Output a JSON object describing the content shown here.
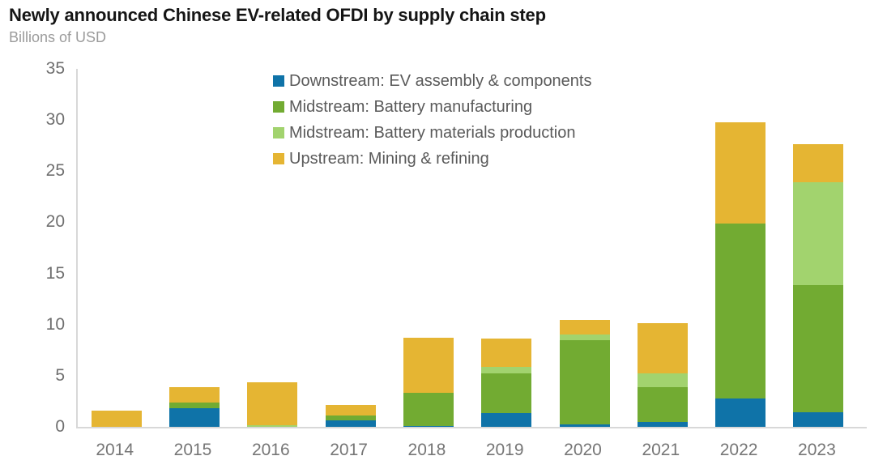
{
  "header": {
    "title": "Newly announced Chinese EV-related OFDI by supply chain step",
    "subtitle": "Billions of USD"
  },
  "colors": {
    "downstream_blue": "#0f73a8",
    "midstream_green": "#72ab32",
    "midstream_light_green": "#a2d36e",
    "upstream_yellow": "#e5b533",
    "axis_line": "#d8d8d8",
    "y_axis_text": "#6f6f6f",
    "x_axis_text": "#767676",
    "legend_text": "#5a5a5a",
    "title_text": "#151515",
    "subtitle_text": "#9b9b9b"
  },
  "chart_data": {
    "type": "bar",
    "stacked": true,
    "title": "Newly announced Chinese EV-related OFDI by supply chain step",
    "subtitle": "Billions of USD",
    "xlabel": "",
    "ylabel": "Billions of USD",
    "ylim": [
      0,
      35
    ],
    "yticks": [
      0,
      5,
      10,
      15,
      20,
      25,
      30,
      35
    ],
    "grid": false,
    "legend_position": "top-center-inside",
    "categories": [
      "2014",
      "2015",
      "2016",
      "2017",
      "2018",
      "2019",
      "2020",
      "2021",
      "2022",
      "2023"
    ],
    "series": [
      {
        "name": "Downstream: EV assembly & components",
        "color_key": "downstream_blue",
        "values": [
          0,
          1.8,
          0,
          0.6,
          0.1,
          1.35,
          0.2,
          0.5,
          2.8,
          1.4
        ]
      },
      {
        "name": "Midstream: Battery manufacturing",
        "color_key": "midstream_green",
        "values": [
          0,
          0.6,
          0,
          0.5,
          3.2,
          3.85,
          8.3,
          3.35,
          17.1,
          12.45
        ]
      },
      {
        "name": "Midstream: Battery materials production",
        "color_key": "midstream_light_green",
        "values": [
          0,
          0,
          0.15,
          0,
          0,
          0.7,
          0.5,
          1.35,
          0,
          10.05
        ]
      },
      {
        "name": "Upstream: Mining & refining",
        "color_key": "upstream_yellow",
        "values": [
          1.55,
          1.5,
          4.2,
          1.05,
          5.4,
          2.75,
          1.45,
          4.9,
          9.9,
          3.75
        ]
      }
    ],
    "totals": [
      1.55,
      3.9,
      4.35,
      2.15,
      8.7,
      8.65,
      10.45,
      10.1,
      29.8,
      27.65
    ]
  }
}
